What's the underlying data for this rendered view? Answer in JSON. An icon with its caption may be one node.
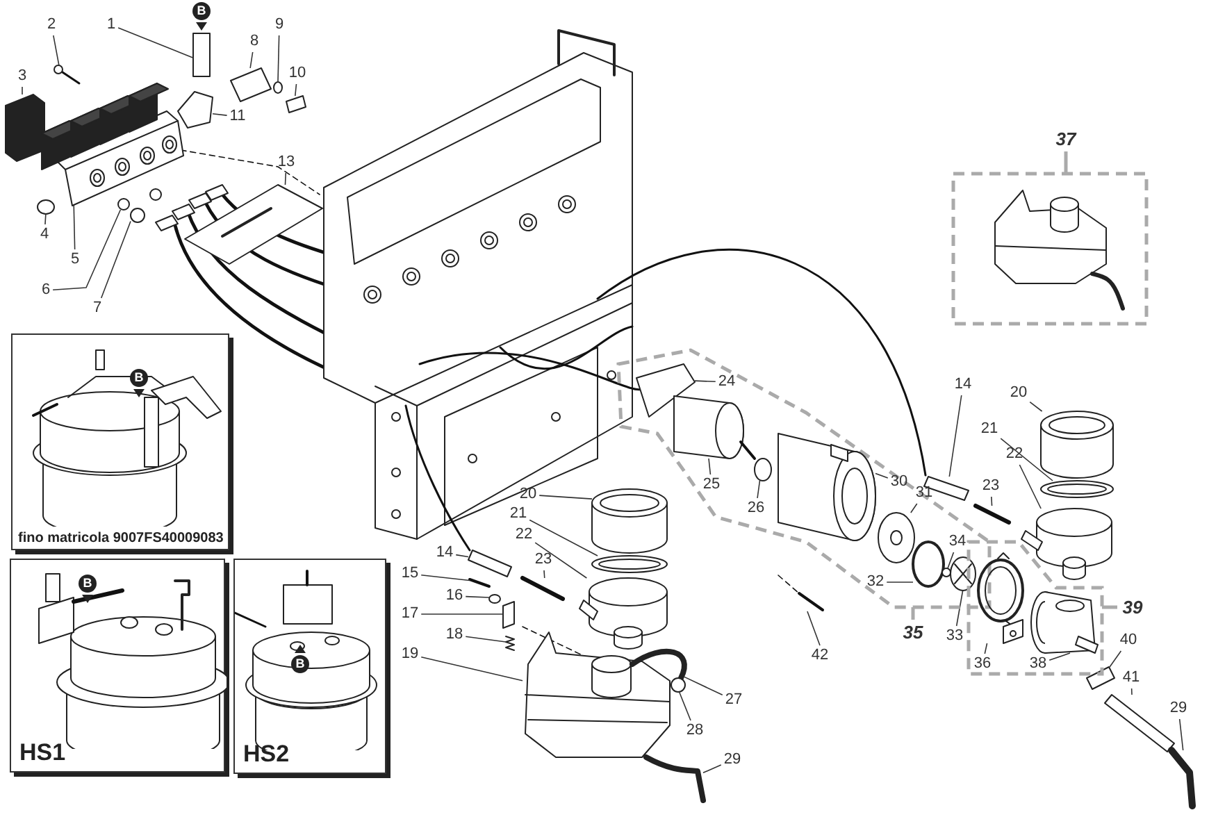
{
  "diagram": {
    "nodes": [
      {
        "text": [
          "fino matricola 9007FS40009083"
        ]
      },
      {
        "text": [
          "HS1"
        ]
      },
      {
        "text": [
          "HS2"
        ]
      },
      {
        "text": [
          "37"
        ]
      },
      {
        "text": [
          "35"
        ]
      },
      {
        "text": [
          "39"
        ]
      },
      {
        "text": [
          "1"
        ]
      },
      {
        "text": [
          "2"
        ]
      },
      {
        "text": [
          "3"
        ]
      },
      {
        "text": [
          "4"
        ]
      },
      {
        "text": [
          "5"
        ]
      },
      {
        "text": [
          "6"
        ]
      },
      {
        "text": [
          "7"
        ]
      },
      {
        "text": [
          "8"
        ]
      },
      {
        "text": [
          "9"
        ]
      },
      {
        "text": [
          "10"
        ]
      },
      {
        "text": [
          "11"
        ]
      },
      {
        "text": [
          "13"
        ]
      },
      {
        "text": [
          "14"
        ]
      },
      {
        "text": [
          "15"
        ]
      },
      {
        "text": [
          "16"
        ]
      },
      {
        "text": [
          "17"
        ]
      },
      {
        "text": [
          "18"
        ]
      },
      {
        "text": [
          "19"
        ]
      },
      {
        "text": [
          "20"
        ]
      },
      {
        "text": [
          "21"
        ]
      },
      {
        "text": [
          "22"
        ]
      },
      {
        "text": [
          "23"
        ]
      },
      {
        "text": [
          "24"
        ],
        "in": 4
      },
      {
        "text": [
          "25"
        ],
        "in": 4
      },
      {
        "text": [
          "26"
        ],
        "in": 4
      },
      {
        "text": [
          "27"
        ]
      },
      {
        "text": [
          "28"
        ]
      },
      {
        "text": [
          "29"
        ]
      },
      {
        "text": [
          "30"
        ],
        "in": 4
      },
      {
        "text": [
          "31"
        ],
        "in": 4
      },
      {
        "text": [
          "32"
        ],
        "in": 4
      },
      {
        "text": [
          "33"
        ]
      },
      {
        "text": [
          "34"
        ],
        "in": 4
      },
      {
        "text": [
          "36"
        ],
        "in": 5
      },
      {
        "text": [
          "38"
        ],
        "in": 5
      },
      {
        "text": [
          "40"
        ]
      },
      {
        "text": [
          "41"
        ]
      },
      {
        "text": [
          "42"
        ]
      },
      {
        "text": [
          "14"
        ]
      },
      {
        "text": [
          "20"
        ]
      },
      {
        "text": [
          "21"
        ]
      },
      {
        "text": [
          "22"
        ]
      },
      {
        "text": [
          "23"
        ]
      },
      {
        "text": [
          "29"
        ]
      },
      {
        "text": [],
        "shape": "box"
      },
      {
        "text": [],
        "shape": "picture"
      },
      {
        "text": [],
        "shape": "box"
      },
      {
        "text": [],
        "shape": "circle"
      },
      {
        "text": [],
        "shape": "picture"
      },
      {
        "text": [],
        "shape": "circle"
      },
      {
        "text": [],
        "shape": "picture"
      },
      {
        "text": [],
        "shape": "box"
      },
      {
        "text": [],
        "shape": "circle"
      },
      {
        "text": [],
        "shape": "box"
      },
      {
        "text": [],
        "shape": "box"
      },
      {
        "text": [],
        "shape": "picture"
      },
      {
        "text": [],
        "shape": "box"
      },
      {
        "text": [],
        "shape": "picture"
      },
      {
        "text": [],
        "shape": "circle"
      },
      {
        "text": [],
        "shape": "box"
      },
      {
        "text": [],
        "shape": "picture"
      },
      {
        "text": [],
        "shape": "picture"
      },
      {
        "text": [],
        "shape": "cylinder"
      },
      {
        "text": [],
        "shape": "picture"
      },
      {
        "text": [],
        "shape": "picture"
      },
      {
        "text": [],
        "shape": "picture"
      },
      {
        "text": [],
        "shape": "box",
        "in": 4
      },
      {
        "text": [],
        "shape": "picture",
        "in": 4
      },
      {
        "text": [],
        "shape": "circle",
        "in": 4
      },
      {
        "text": [],
        "shape": "picture"
      },
      {
        "text": [],
        "shape": "circle"
      },
      {
        "text": [],
        "shape": "picture"
      },
      {
        "text": [],
        "shape": "picture",
        "in": 4
      },
      {
        "text": [],
        "shape": "picture",
        "in": 4
      },
      {
        "text": [],
        "shape": "circle",
        "in": 4
      },
      {
        "text": [],
        "shape": "picture",
        "in": 4
      },
      {
        "text": [],
        "shape": "circle",
        "in": 4
      },
      {
        "text": [],
        "shape": "picture",
        "in": 5
      },
      {
        "text": [],
        "shape": "picture",
        "in": 5
      },
      {
        "text": [],
        "shape": "box"
      },
      {
        "text": [],
        "shape": "box"
      },
      {
        "text": [],
        "shape": "picture"
      },
      {
        "text": [],
        "shape": "box"
      },
      {
        "text": [],
        "shape": "cylinder"
      },
      {
        "text": [],
        "shape": "picture"
      },
      {
        "text": [],
        "shape": "picture"
      },
      {
        "text": [],
        "shape": "picture"
      },
      {
        "text": [],
        "shape": "picture"
      }
    ],
    "edges": [
      {
        "from": 6,
        "to": 50,
        "arrow": "none"
      },
      {
        "from": 7,
        "to": 51,
        "arrow": "none"
      },
      {
        "from": 8,
        "to": 52,
        "arrow": "none"
      },
      {
        "from": 9,
        "to": 53,
        "arrow": "none"
      },
      {
        "from": 10,
        "to": 54,
        "arrow": "none"
      },
      {
        "from": 11,
        "to": 55,
        "arrow": "none"
      },
      {
        "from": 12,
        "to": 56,
        "arrow": "none"
      },
      {
        "from": 13,
        "to": 57,
        "arrow": "none"
      },
      {
        "from": 14,
        "to": 58,
        "arrow": "none"
      },
      {
        "from": 15,
        "to": 59,
        "arrow": "none"
      },
      {
        "from": 16,
        "to": 60,
        "arrow": "none"
      },
      {
        "from": 17,
        "to": 61,
        "arrow": "none"
      },
      {
        "from": 18,
        "to": 62,
        "arrow": "none"
      },
      {
        "from": 19,
        "to": 63,
        "arrow": "none"
      },
      {
        "from": 20,
        "to": 64,
        "arrow": "none"
      },
      {
        "from": 21,
        "to": 65,
        "arrow": "none"
      },
      {
        "from": 22,
        "to": 66,
        "arrow": "none"
      },
      {
        "from": 23,
        "to": 67,
        "arrow": "none"
      },
      {
        "from": 24,
        "to": 68,
        "arrow": "none"
      },
      {
        "from": 25,
        "to": 69,
        "arrow": "none"
      },
      {
        "from": 26,
        "to": 70,
        "arrow": "none"
      },
      {
        "from": 27,
        "to": 71,
        "arrow": "none"
      },
      {
        "from": 28,
        "to": 72,
        "arrow": "none"
      },
      {
        "from": 29,
        "to": 73,
        "arrow": "none"
      },
      {
        "from": 30,
        "to": 74,
        "arrow": "none"
      },
      {
        "from": 31,
        "to": 75,
        "arrow": "none"
      },
      {
        "from": 32,
        "to": 76,
        "arrow": "none"
      },
      {
        "from": 33,
        "to": 77,
        "arrow": "none"
      },
      {
        "from": 34,
        "to": 78,
        "arrow": "none"
      },
      {
        "from": 35,
        "to": 79,
        "arrow": "none"
      },
      {
        "from": 36,
        "to": 80,
        "arrow": "none"
      },
      {
        "from": 37,
        "to": 81,
        "arrow": "none"
      },
      {
        "from": 38,
        "to": 82,
        "arrow": "none"
      },
      {
        "from": 39,
        "to": 83,
        "arrow": "none"
      },
      {
        "from": 40,
        "to": 84,
        "arrow": "none"
      },
      {
        "from": 41,
        "to": 85,
        "arrow": "none"
      },
      {
        "from": 42,
        "to": 86,
        "arrow": "none"
      },
      {
        "from": 43,
        "to": 87,
        "arrow": "none"
      },
      {
        "from": 44,
        "to": 88,
        "arrow": "none"
      },
      {
        "from": 45,
        "to": 89,
        "arrow": "none"
      },
      {
        "from": 46,
        "to": 90,
        "arrow": "none"
      },
      {
        "from": 47,
        "to": 91,
        "arrow": "none"
      },
      {
        "from": 48,
        "to": 92,
        "arrow": "none"
      },
      {
        "from": 49,
        "to": 93,
        "arrow": "none"
      }
    ],
    "labels": [
      "B",
      "B",
      "B",
      "B"
    ]
  }
}
